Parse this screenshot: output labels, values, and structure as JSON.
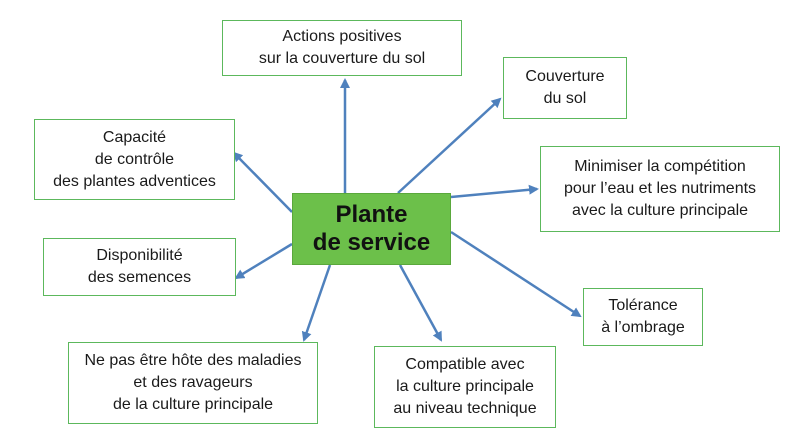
{
  "center": {
    "lines": [
      "Plante",
      "de service"
    ]
  },
  "nodes": {
    "actions_positives": [
      "Actions positives",
      "sur la couverture du sol"
    ],
    "couverture": [
      "Couverture",
      "du sol"
    ],
    "minimiser": [
      "Minimiser la compétition",
      "pour l’eau et les nutriments",
      "avec la culture principale"
    ],
    "tolerance": [
      "Tolérance",
      "à l’ombrage"
    ],
    "compatible": [
      "Compatible avec",
      "la culture principale",
      "au niveau technique"
    ],
    "ne_pas_etre_hote": [
      "Ne pas être hôte des maladies",
      "et des ravageurs",
      "de la culture principale"
    ],
    "disponibilite": [
      "Disponibilité",
      "des semences"
    ],
    "capacite": [
      "Capacité",
      "de contrôle",
      "des plantes adventices"
    ]
  },
  "colors": {
    "box_border": "#5cb85c",
    "center_fill": "#6cc04a",
    "arrow": "#4f81bd"
  }
}
